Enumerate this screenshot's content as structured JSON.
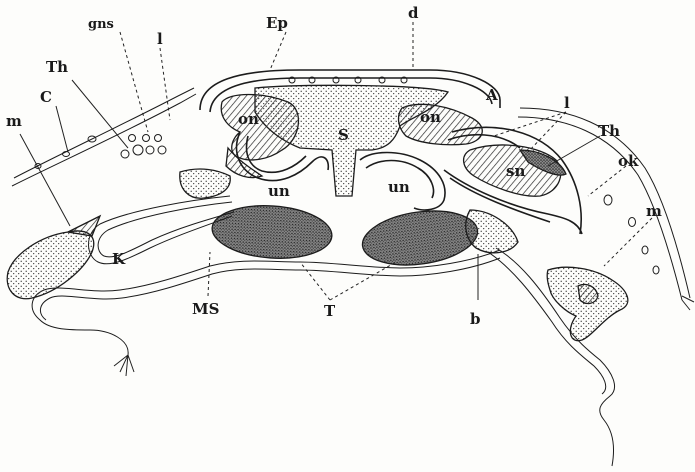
{
  "labels": {
    "gns": "gns",
    "l_left": "l",
    "Ep": "Ep",
    "d": "d",
    "Th_left": "Th",
    "C": "C",
    "m_left": "m",
    "on_left": "on",
    "on_right": "on",
    "S": "S",
    "A": "A",
    "l_right": "l",
    "Th_right": "Th",
    "sn": "sn",
    "ok": "ok",
    "m_right": "m",
    "un_left": "un",
    "un_right": "un",
    "K": "K",
    "MS": "MS",
    "T": "T",
    "b": "b"
  },
  "colors": {
    "ink": "#1c1c1c",
    "paper": "#fdfdfb"
  }
}
